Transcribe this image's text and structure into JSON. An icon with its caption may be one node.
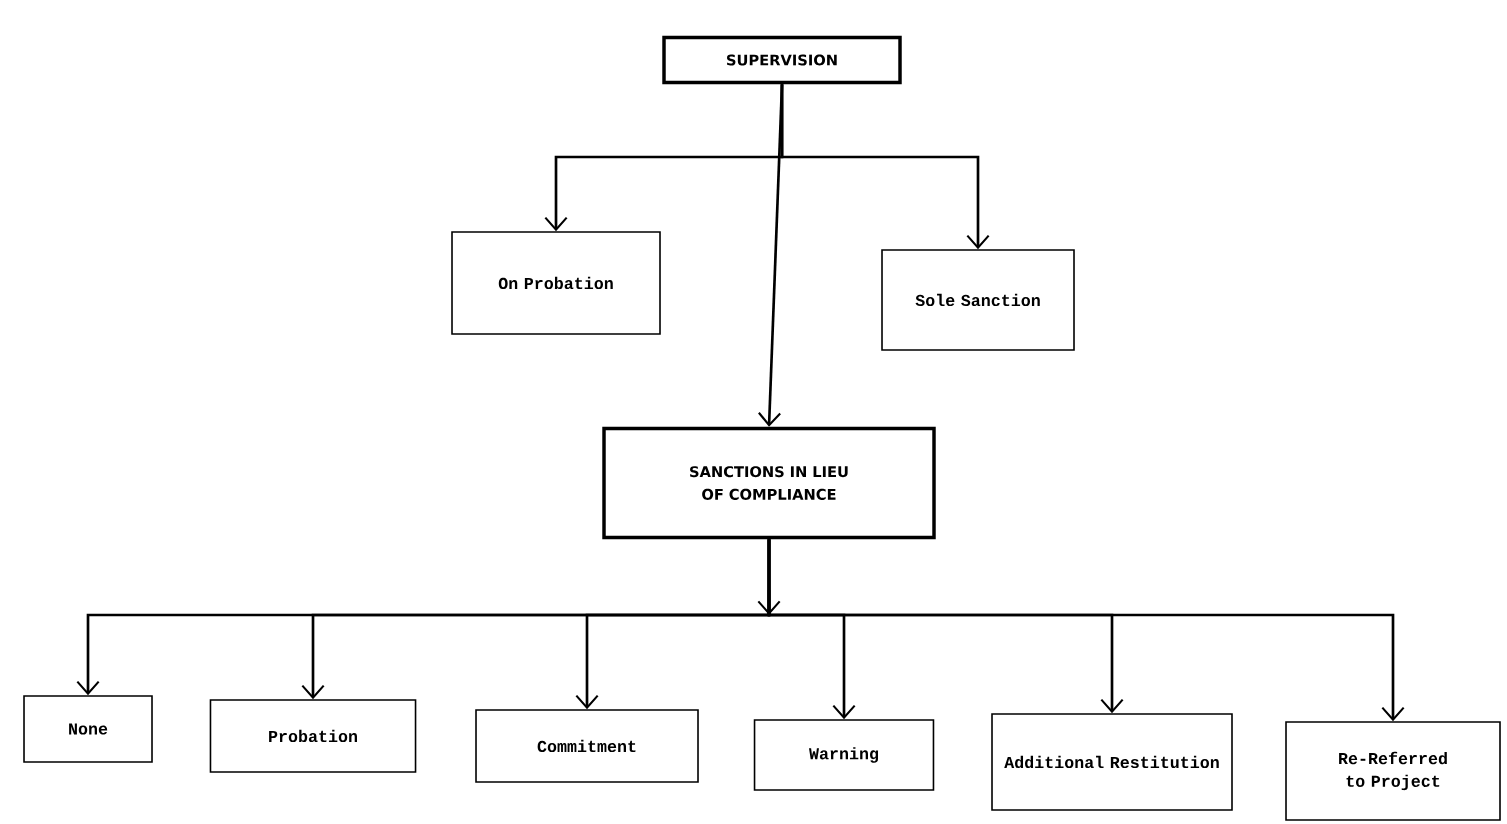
{
  "diagram": {
    "nodes": [
      {
        "text": [
          "SUPERVISION"
        ]
      },
      {
        "text": [
          "On Probation"
        ]
      },
      {
        "text": [
          "Sole Sanction"
        ]
      },
      {
        "text": [
          "SANCTIONS IN LIEU OF COMPLIANCE"
        ]
      },
      {
        "text": [
          "None"
        ]
      },
      {
        "text": [
          "Probation"
        ]
      },
      {
        "text": [
          "Commitment"
        ]
      },
      {
        "text": [
          "Warning"
        ]
      },
      {
        "text": [
          "Additional Restitution"
        ]
      },
      {
        "text": [
          "Re-Referred to Project"
        ]
      }
    ],
    "edges": [
      {
        "from": 0,
        "to": 1,
        "arrow": "to"
      },
      {
        "from": 0,
        "to": 2,
        "arrow": "to"
      },
      {
        "from": 0,
        "to": 3,
        "arrow": "to"
      },
      {
        "from": 3,
        "to": 4,
        "arrow": "to"
      },
      {
        "from": 3,
        "to": 5,
        "arrow": "to"
      },
      {
        "from": 3,
        "to": 6,
        "arrow": "to"
      },
      {
        "from": 3,
        "to": 7,
        "arrow": "to"
      },
      {
        "from": 3,
        "to": 8,
        "arrow": "to"
      },
      {
        "from": 3,
        "to": 9,
        "arrow": "to"
      }
    ]
  }
}
